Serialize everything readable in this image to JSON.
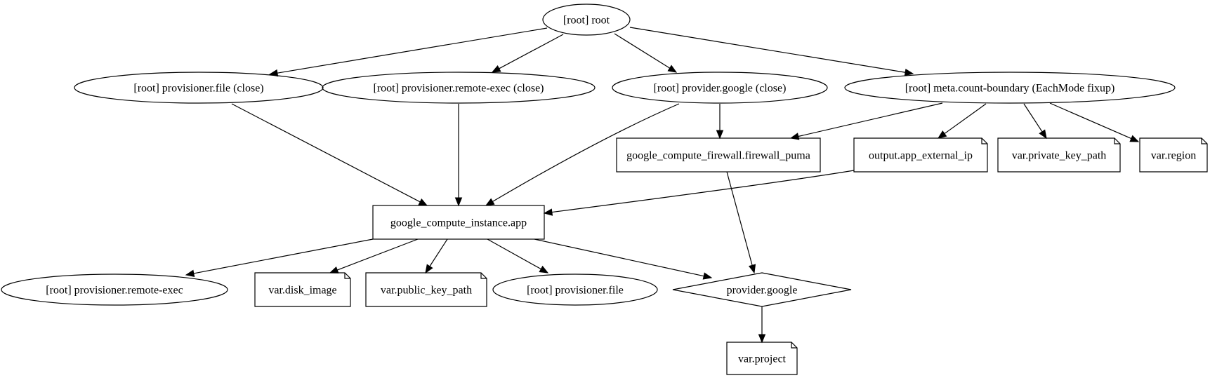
{
  "graph": {
    "nodes": [
      {
        "id": "root",
        "label": "[root] root",
        "shape": "ellipse"
      },
      {
        "id": "prov_file_close",
        "label": "[root] provisioner.file (close)",
        "shape": "ellipse"
      },
      {
        "id": "prov_remote_close",
        "label": "[root] provisioner.remote-exec (close)",
        "shape": "ellipse"
      },
      {
        "id": "provider_google_close",
        "label": "[root] provider.google (close)",
        "shape": "ellipse"
      },
      {
        "id": "meta_count",
        "label": "[root] meta.count-boundary (EachMode fixup)",
        "shape": "ellipse"
      },
      {
        "id": "firewall",
        "label": "google_compute_firewall.firewall_puma",
        "shape": "box"
      },
      {
        "id": "output_ip",
        "label": "output.app_external_ip",
        "shape": "note"
      },
      {
        "id": "var_private_key",
        "label": "var.private_key_path",
        "shape": "note"
      },
      {
        "id": "var_region",
        "label": "var.region",
        "shape": "note"
      },
      {
        "id": "instance",
        "label": "google_compute_instance.app",
        "shape": "box"
      },
      {
        "id": "prov_remote",
        "label": "[root] provisioner.remote-exec",
        "shape": "ellipse"
      },
      {
        "id": "var_disk",
        "label": "var.disk_image",
        "shape": "note"
      },
      {
        "id": "var_public_key",
        "label": "var.public_key_path",
        "shape": "note"
      },
      {
        "id": "prov_file",
        "label": "[root] provisioner.file",
        "shape": "ellipse"
      },
      {
        "id": "provider_google",
        "label": "provider.google",
        "shape": "diamond"
      },
      {
        "id": "var_project",
        "label": "var.project",
        "shape": "note"
      }
    ],
    "edges": [
      {
        "from": "root",
        "to": "prov_file_close"
      },
      {
        "from": "root",
        "to": "prov_remote_close"
      },
      {
        "from": "root",
        "to": "provider_google_close"
      },
      {
        "from": "root",
        "to": "meta_count"
      },
      {
        "from": "prov_file_close",
        "to": "instance"
      },
      {
        "from": "prov_remote_close",
        "to": "instance"
      },
      {
        "from": "provider_google_close",
        "to": "instance"
      },
      {
        "from": "provider_google_close",
        "to": "firewall"
      },
      {
        "from": "meta_count",
        "to": "firewall"
      },
      {
        "from": "meta_count",
        "to": "output_ip"
      },
      {
        "from": "meta_count",
        "to": "var_private_key"
      },
      {
        "from": "meta_count",
        "to": "var_region"
      },
      {
        "from": "output_ip",
        "to": "instance"
      },
      {
        "from": "firewall",
        "to": "provider_google"
      },
      {
        "from": "instance",
        "to": "prov_remote"
      },
      {
        "from": "instance",
        "to": "var_disk"
      },
      {
        "from": "instance",
        "to": "var_public_key"
      },
      {
        "from": "instance",
        "to": "prov_file"
      },
      {
        "from": "instance",
        "to": "provider_google"
      },
      {
        "from": "provider_google",
        "to": "var_project"
      }
    ]
  }
}
